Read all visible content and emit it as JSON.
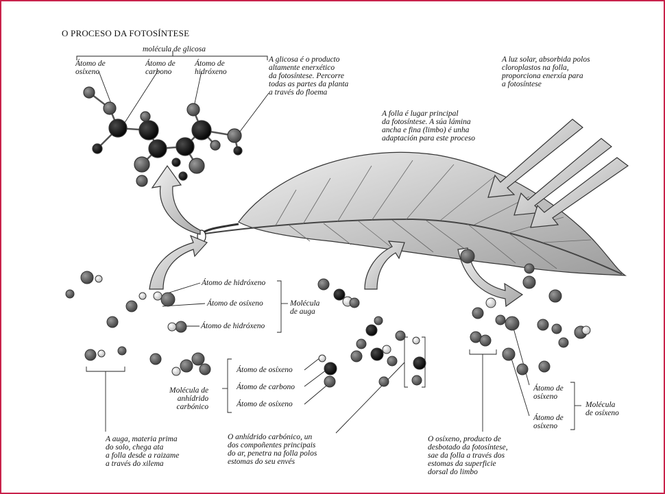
{
  "title": "O PROCESO DA FOTOSÍNTESE",
  "labels": {
    "glucose_molecule": "molécula de glicosa",
    "glucose_oxygen": "Átomo de\nosíxeno",
    "glucose_carbon": "Átomo de\ncarbono",
    "glucose_hydrogen": "Átomo de\nhidróxeno",
    "glucose_note": "A glicosa é o producto\naltamente enerxético\nda fotosíntese. Percorre\ntodas as partes da planta\na través do floema",
    "sunlight_note": "A luz solar, absorbida polos\ncloroplastos na folla,\nproporciona enerxía para\na fotosíntese",
    "leaf_note": "A folla é lugar principal\nda fotosíntese. A súa lámina\nancha e fina (limbo) é unha\nadaptación para este proceso",
    "water_h1": "Átomo de hidróxeno",
    "water_o": "Átomo de osíxeno",
    "water_h2": "Átomo de hidróxeno",
    "water_molecule": "Molécula\nde auga",
    "co2_o1": "Átomo de osíxeno",
    "co2_c": "Átomo de carbono",
    "co2_o2": "Átomo de osíxeno",
    "co2_molecule": "Molécula de\nanhídrido\ncarbónico",
    "oxygen_atom1": "Átomo de\nosíxeno",
    "oxygen_atom2": "Átomo de\nosíxeno",
    "oxygen_molecule": "Molécula\nde osíxeno",
    "water_note": "A auga, materia prima\ndo solo, chega ata\na folla desde a raizame\na través do xilema",
    "co2_note": "O anhídrido carbónico, un\ndos compoñentes principais\ndo ar, penetra na folla polos\nestomas do seu envés",
    "oxygen_note": "O osíxeno, producto de\ndesbotado da fotosíntese,\nsae da folla a través dos\nestomas da superficie\ndorsal do limbo"
  },
  "colors": {
    "frame": "#c8224b",
    "leaf_fill": "#d9d9d9",
    "oxygen_atom": "#5a5a5a",
    "carbon_atom": "#111111",
    "hydrogen_atom": "#e8e8e8"
  }
}
